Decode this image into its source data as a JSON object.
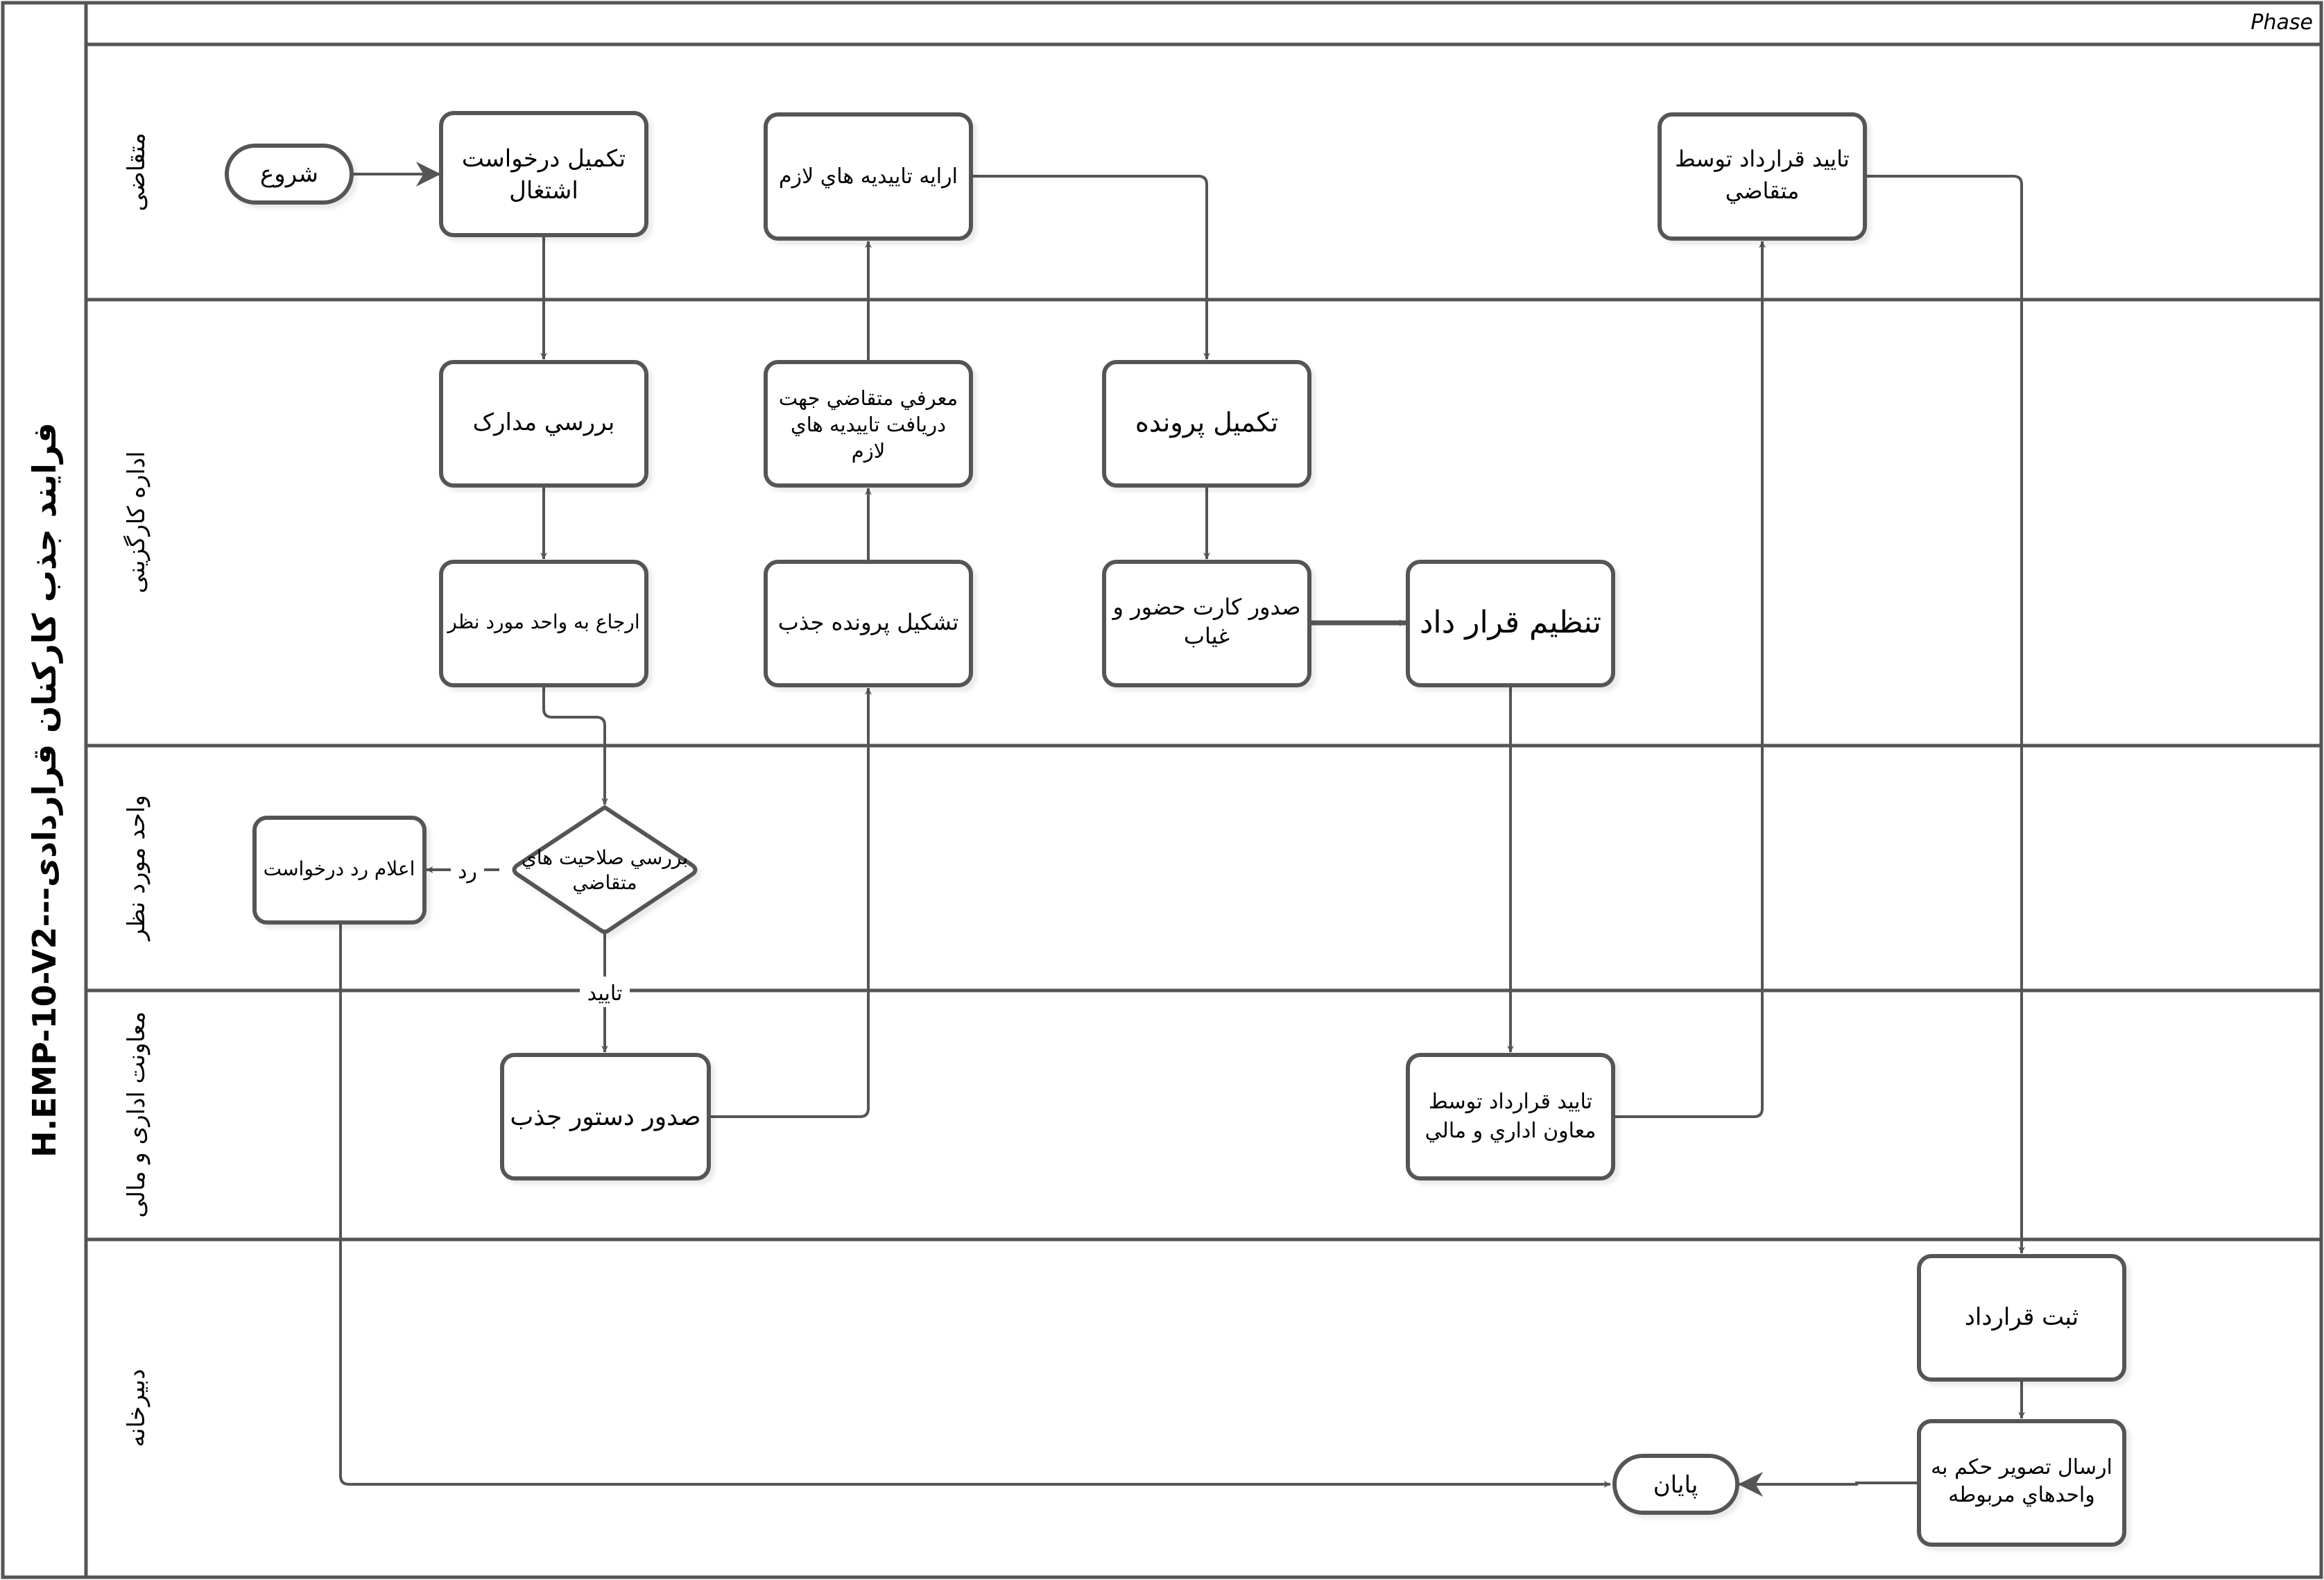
{
  "pool": {
    "title": "H.EMP-10-V2---فرایند جذب کارکنان قراردادی",
    "phase_label": "Phase"
  },
  "colors": {
    "stroke": "#555555",
    "fill": "#ffffff",
    "text": "#000000"
  },
  "lanes": [
    {
      "id": "applicant",
      "label": "متقاضی"
    },
    {
      "id": "hr",
      "label": "اداره کارگزینی"
    },
    {
      "id": "unit",
      "label": "واحد مورد نظر"
    },
    {
      "id": "deputy",
      "label": "معاونت اداری و مالی"
    },
    {
      "id": "secretariat",
      "label": "دبیرخانه"
    }
  ],
  "nodes": {
    "start": {
      "type": "start",
      "lane": "applicant",
      "lines": [
        "شروع"
      ]
    },
    "fill_application": {
      "type": "task",
      "lane": "applicant",
      "lines": [
        "تکمیل درخواست",
        "اشتغال"
      ]
    },
    "provide_confirmations": {
      "type": "task",
      "lane": "applicant",
      "lines": [
        "ارايه تاييديه هاي لازم"
      ]
    },
    "applicant_approve_contract": {
      "type": "task",
      "lane": "applicant",
      "lines": [
        "تاييد قرارداد توسط",
        "متقاضي"
      ]
    },
    "review_documents": {
      "type": "task",
      "lane": "hr",
      "lines": [
        "بررسي مدارک"
      ]
    },
    "introduce_applicant": {
      "type": "task",
      "lane": "hr",
      "lines": [
        "معرفي متقاضي جهت",
        "دريافت تاييديه هاي",
        "لازم"
      ]
    },
    "complete_file": {
      "type": "task",
      "lane": "hr",
      "lines": [
        "تکميل پرونده"
      ]
    },
    "refer_to_unit": {
      "type": "task",
      "lane": "hr",
      "lines": [
        "ارجاع به واحد مورد نظر"
      ]
    },
    "create_file": {
      "type": "task",
      "lane": "hr",
      "lines": [
        "تشکيل پرونده جذب"
      ]
    },
    "issue_attendance_card": {
      "type": "task",
      "lane": "hr",
      "lines": [
        "صدور کارت حضور و",
        "غياب"
      ]
    },
    "draft_contract": {
      "type": "task",
      "lane": "hr",
      "lines": [
        "تنظيم قرار داد"
      ]
    },
    "check_competency": {
      "type": "gateway",
      "lane": "unit",
      "lines": [
        "بررسي صلاحيت هاي",
        "متقاضي"
      ]
    },
    "announce_rejection": {
      "type": "task",
      "lane": "unit",
      "lines": [
        "اعلام رد درخواست"
      ]
    },
    "issue_hiring_order": {
      "type": "task",
      "lane": "deputy",
      "lines": [
        "صدور دستور جذب"
      ]
    },
    "deputy_approve_contract": {
      "type": "task",
      "lane": "deputy",
      "lines": [
        "تاييد قرارداد توسط",
        "معاون اداري و مالي"
      ]
    },
    "register_contract": {
      "type": "task",
      "lane": "secretariat",
      "lines": [
        "ثبت قرارداد"
      ]
    },
    "send_decree_copy": {
      "type": "task",
      "lane": "secretariat",
      "lines": [
        "ارسال تصوير حکم به",
        "واحدهاي مربوطه"
      ]
    },
    "end": {
      "type": "end",
      "lane": "secretariat",
      "lines": [
        "پايان"
      ]
    }
  },
  "flows": [
    {
      "from": "start",
      "to": "fill_application",
      "label": ""
    },
    {
      "from": "fill_application",
      "to": "review_documents",
      "label": ""
    },
    {
      "from": "review_documents",
      "to": "refer_to_unit",
      "label": ""
    },
    {
      "from": "refer_to_unit",
      "to": "check_competency",
      "label": ""
    },
    {
      "from": "check_competency",
      "to": "announce_rejection",
      "label": "رد"
    },
    {
      "from": "check_competency",
      "to": "issue_hiring_order",
      "label": "تاييد"
    },
    {
      "from": "issue_hiring_order",
      "to": "create_file",
      "label": ""
    },
    {
      "from": "create_file",
      "to": "introduce_applicant",
      "label": ""
    },
    {
      "from": "introduce_applicant",
      "to": "provide_confirmations",
      "label": ""
    },
    {
      "from": "provide_confirmations",
      "to": "complete_file",
      "label": ""
    },
    {
      "from": "complete_file",
      "to": "issue_attendance_card",
      "label": ""
    },
    {
      "from": "issue_attendance_card",
      "to": "draft_contract",
      "label": ""
    },
    {
      "from": "draft_contract",
      "to": "deputy_approve_contract",
      "label": ""
    },
    {
      "from": "deputy_approve_contract",
      "to": "applicant_approve_contract",
      "label": ""
    },
    {
      "from": "applicant_approve_contract",
      "to": "register_contract",
      "label": ""
    },
    {
      "from": "register_contract",
      "to": "send_decree_copy",
      "label": ""
    },
    {
      "from": "send_decree_copy",
      "to": "end",
      "label": ""
    },
    {
      "from": "announce_rejection",
      "to": "end",
      "label": ""
    }
  ]
}
